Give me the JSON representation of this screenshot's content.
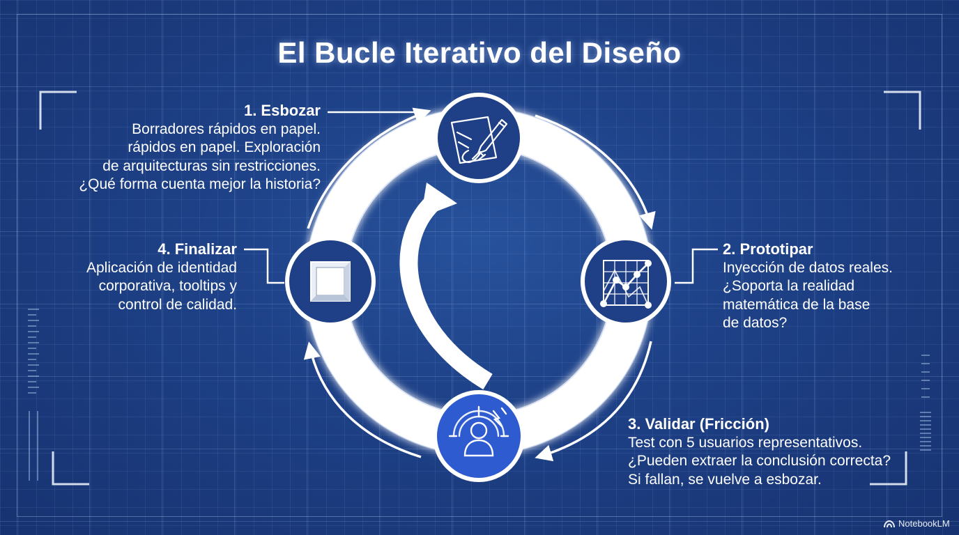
{
  "title": "El Bucle Iterativo del Diseño",
  "steps": [
    {
      "heading": "1. Esbozar",
      "lines": [
        "Borradores rápidos en papel.",
        "rápidos en papel. Exploración",
        "de arquitecturas sin restricciones.",
        "¿Qué forma cuenta mejor la historia?"
      ],
      "icon": "pencil-sketch-icon"
    },
    {
      "heading": "2. Prototipar",
      "lines": [
        "Inyección de datos reales.",
        "¿Soporta la realidad",
        "matemática de la base",
        "de datos?"
      ],
      "icon": "line-chart-icon"
    },
    {
      "heading": "3. Validar (Fricción)",
      "lines": [
        "Test con 5 usuarios representativos.",
        "¿Pueden extraer la conclusión correcta?",
        "Si fallan, se vuelve a esbozar."
      ],
      "icon": "user-target-icon"
    },
    {
      "heading": "4. Finalizar",
      "lines": [
        "Aplicación de identidad",
        "corporativa, tooltips y",
        "control de calidad."
      ],
      "icon": "polished-square-icon"
    }
  ],
  "watermark": "NotebookLM",
  "colors": {
    "background": "#1d3b7a",
    "ring": "#ffffff",
    "node_fill": "#1f3f86",
    "validate_node_fill": "#2f5bd0",
    "text": "#ffffff"
  }
}
